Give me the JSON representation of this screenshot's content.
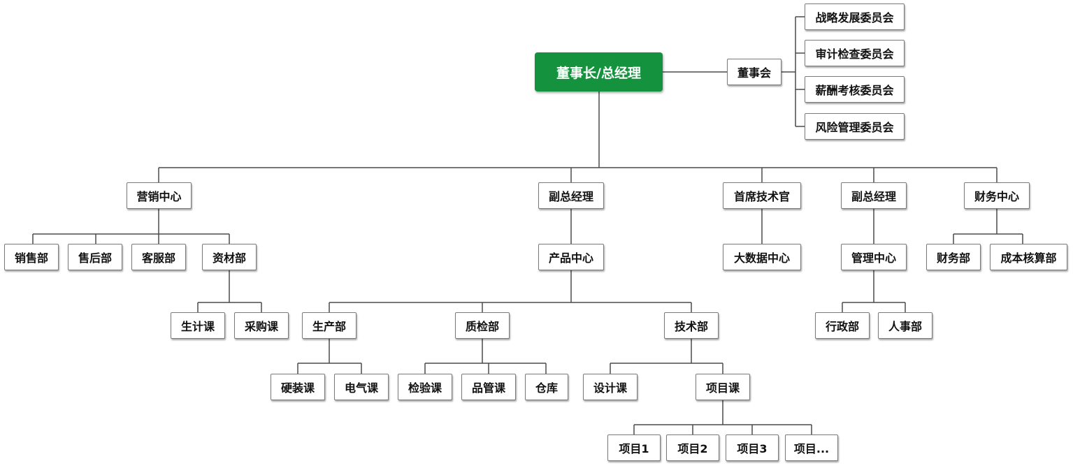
{
  "colors": {
    "root_fill": "#15923e",
    "root_text": "#ffffff",
    "line": "#4a4a4a",
    "node_border": "#7a7a7a"
  },
  "root": "董事长/总经理",
  "board": {
    "name": "董事会",
    "committees": [
      "战略发展委员会",
      "审计检查委员会",
      "薪酬考核委员会",
      "风险管理委员会"
    ]
  },
  "branches": {
    "marketing": {
      "name": "营销中心",
      "sales": "销售部",
      "aftersales": "售后部",
      "service": "客服部",
      "materials": {
        "name": "资材部",
        "planning": "生计课",
        "purchasing": "采购课"
      }
    },
    "vp_product": {
      "name": "副总经理",
      "product_center": {
        "name": "产品中心",
        "production": {
          "name": "生产部",
          "hardware": "硬装课",
          "electrical": "电气课"
        },
        "quality": {
          "name": "质检部",
          "inspection": "检验课",
          "qc": "品管课",
          "warehouse": "仓库"
        },
        "tech": {
          "name": "技术部",
          "design": "设计课",
          "projects": {
            "name": "项目课",
            "items": [
              "项目1",
              "项目2",
              "项目3",
              "项目..."
            ]
          }
        }
      }
    },
    "cto": {
      "name": "首席技术官",
      "bigdata": "大数据中心"
    },
    "vp_admin": {
      "name": "副总经理",
      "management": {
        "name": "管理中心",
        "admin": "行政部",
        "hr": "人事部"
      }
    },
    "finance": {
      "name": "财务中心",
      "dept": "财务部",
      "cost": "成本核算部"
    }
  }
}
